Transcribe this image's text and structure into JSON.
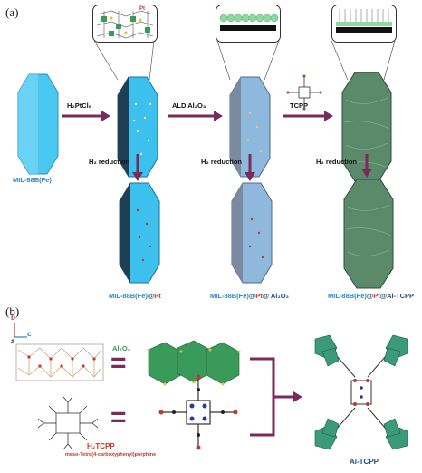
{
  "panel_a": {
    "label": "(a)",
    "steps": {
      "step1": "H₂PtCl₆",
      "step2": "ALD Al₂O₃",
      "step3": "TCPP",
      "reduction": "H₂ reduction"
    },
    "labels": {
      "mil": "MIL-88B(Fe)",
      "mil_pt_a": "MIL-88B(Fe)",
      "mil_pt_b": "@",
      "mil_pt_c": "Pt",
      "mil_al_a": "MIL-88B(Fe)",
      "mil_al_b": "@",
      "mil_al_c": "Pt",
      "mil_al_d": "@ Al₂O₃",
      "mil_tcpp_a": "MIL-88B(Fe)",
      "mil_tcpp_b": "@",
      "mil_tcpp_c": "Pt",
      "mil_tcpp_d": "@Al-TCPP"
    },
    "inset_pt_label": "Pt"
  },
  "panel_b": {
    "label": "(b)",
    "axes": {
      "b": "b",
      "c": "c",
      "a": "a"
    },
    "al2o3": "Al₂O₃",
    "h2tcpp": "H₂TCPP",
    "h2tcpp_full": "meso-Tetra(4-carboxyphenyl)porphine",
    "altcpp": "Al-TCPP",
    "equals": "="
  },
  "colors": {
    "arrow": "#7b2a5c",
    "crystal_blue": "#3cc0ee",
    "crystal_green": "#4a7a5a",
    "text_blue": "#2a86c8",
    "text_red": "#c0392b"
  }
}
